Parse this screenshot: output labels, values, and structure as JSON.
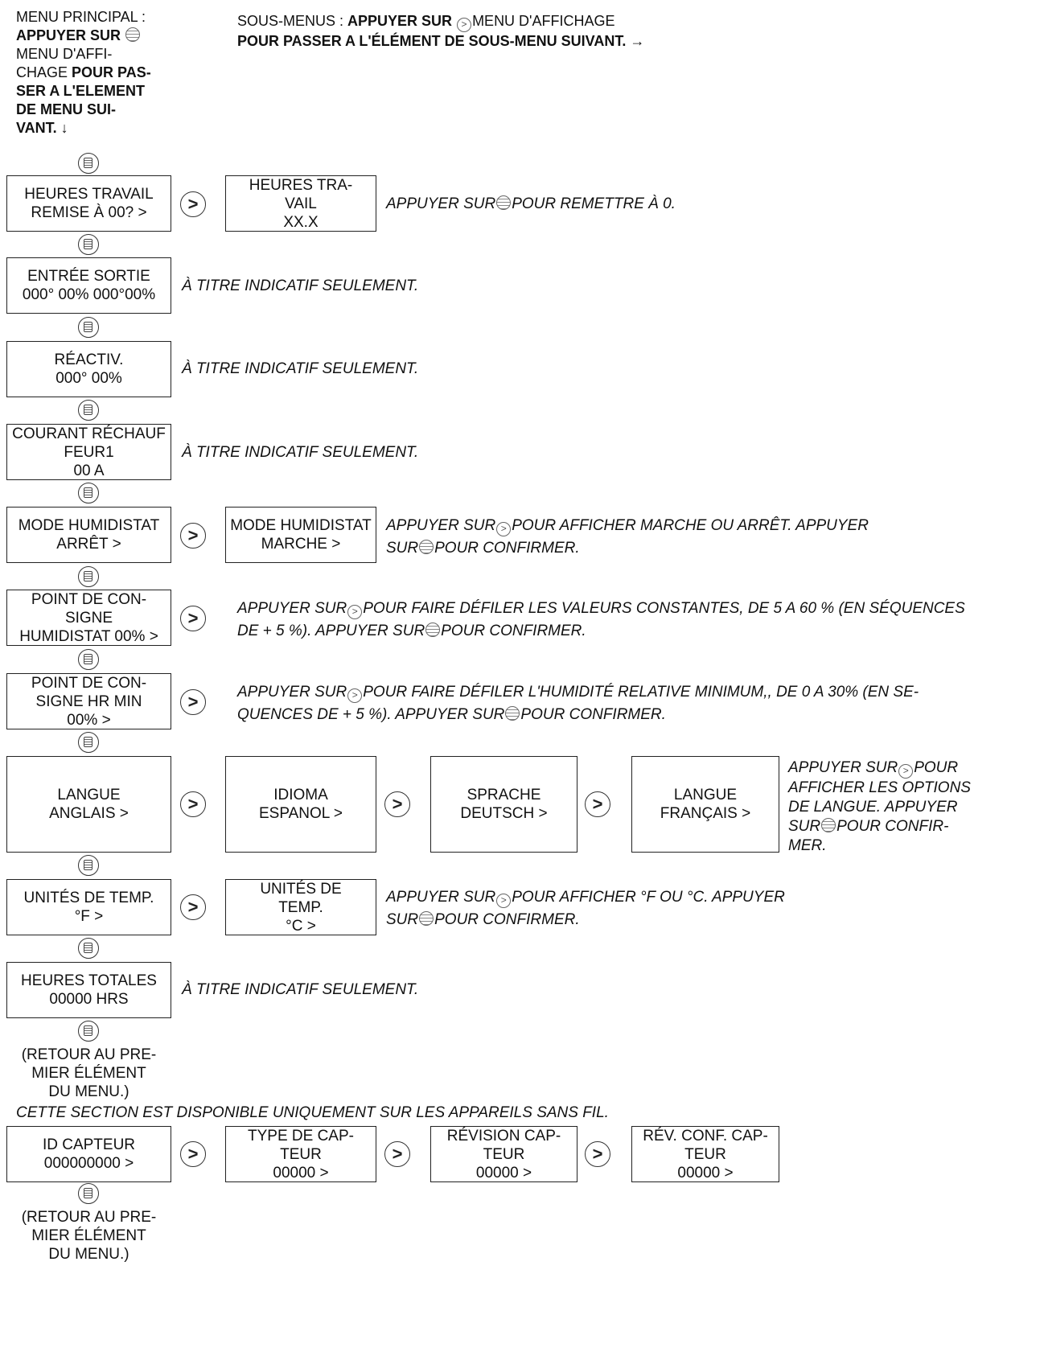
{
  "header": {
    "left_1": "MENU PRINCIPAL :",
    "left_2": "APPUYER SUR",
    "left_3": "MENU D'AFFI-",
    "left_4a": "CHAGE ",
    "left_4b": "POUR PAS-",
    "left_5": "SER A L'ELEMENT",
    "left_6": "DE MENU SUI-",
    "left_7": "VANT. ↓",
    "right_1a": "SOUS-MENUS : ",
    "right_1b": "APPUYER SUR",
    "right_1c": "MENU D'AFFICHAGE",
    "right_2": "POUR PASSER A L'ÉLÉMENT DE SOUS-MENU SUIVANT. →"
  },
  "arrow_glyph": ">",
  "boxes": {
    "heures_travail_1": "HEURES TRAVAIL",
    "heures_travail_2": "REMISE À 00? >",
    "heures_travail_sub_1": "HEURES TRA-",
    "heures_travail_sub_2": "VAIL",
    "heures_travail_sub_3": "XX.X",
    "entree_1": "ENTRÉE  SORTIE",
    "entree_2": "000° 00% 000°00%",
    "reactiv_1": "RÉACTIV.",
    "reactiv_2": "000° 00%",
    "courant_1": "COURANT RÉCHAUF",
    "courant_2": "FEUR1",
    "courant_3": "00 A",
    "mode_1": "MODE HUMIDISTAT",
    "mode_2": "ARRÊT >",
    "mode_sub_1": "MODE HUMIDISTAT",
    "mode_sub_2": "MARCHE >",
    "point_1": "POINT DE CON-",
    "point_2": "SIGNE",
    "point_3": "HUMIDISTAT 00% >",
    "point_hr_1": "POINT DE CON-",
    "point_hr_2": "SIGNE HR MIN",
    "point_hr_3": "00% >",
    "langue_1": "LANGUE",
    "langue_2": "ANGLAIS >",
    "idioma_1": "IDIOMA",
    "idioma_2": "ESPANOL >",
    "sprache_1": "SPRACHE",
    "sprache_2": "DEUTSCH >",
    "langue_fr_1": "LANGUE",
    "langue_fr_2": "FRANÇAIS >",
    "unites_1": "UNITÉS DE TEMP.",
    "unites_2": "°F >",
    "unites_sub_1": "UNITÉS DE",
    "unites_sub_2": "TEMP.",
    "unites_sub_3": "°C >",
    "heures_tot_1": "HEURES TOTALES",
    "heures_tot_2": "00000 HRS",
    "id_capteur_1": "ID CAPTEUR",
    "id_capteur_2": "000000000 >",
    "type_cap_1": "TYPE DE CAP-",
    "type_cap_2": "TEUR",
    "type_cap_3": "00000 >",
    "rev_cap_1": "RÉVISION CAP-",
    "rev_cap_2": "TEUR",
    "rev_cap_3": "00000 >",
    "rev_conf_1": "RÉV. CONF. CAP-",
    "rev_conf_2": "TEUR",
    "rev_conf_3": "00000 >"
  },
  "notes": {
    "reset_a": "APPUYER SUR",
    "reset_b": "POUR REMETTRE À 0.",
    "indicatif": "À TITRE INDICATIF SEULEMENT.",
    "mode_a": "APPUYER SUR",
    "mode_b": "POUR AFFICHER MARCHE OU ARRÊT. APPUYER",
    "mode_c": "SUR",
    "mode_d": "POUR CONFIRMER.",
    "point_a": "APPUYER SUR",
    "point_b": "POUR FAIRE DÉFILER LES VALEURS CONSTANTES, DE 5 A 60 % (EN SÉQUENCES",
    "point_c": "DE + 5 %). APPUYER SUR",
    "point_d": "POUR CONFIRMER.",
    "hr_a": "APPUYER SUR",
    "hr_b": "POUR FAIRE DÉFILER L'HUMIDITÉ RELATIVE MINIMUM,, DE 0 A 30% (EN SE-",
    "hr_c": "QUENCES DE + 5 %). APPUYER SUR",
    "hr_d": "POUR CONFIRMER.",
    "lang_a": "APPUYER SUR",
    "lang_b": "POUR",
    "lang_c": "AFFICHER LES OPTIONS",
    "lang_d": "DE LANGUE. APPUYER",
    "lang_e": "SUR",
    "lang_f": "POUR CONFIR-",
    "lang_g": "MER.",
    "temp_a": "APPUYER SUR",
    "temp_b": "POUR AFFICHER °F OU °C. APPUYER",
    "temp_c": "SUR",
    "temp_d": "POUR CONFIRMER.",
    "wireless": "CETTE SECTION EST DISPONIBLE UNIQUEMENT SUR LES APPAREILS SANS FIL."
  },
  "return": {
    "line_1": "(RETOUR AU PRE-",
    "line_2": "MIER ÉLÉMENT",
    "line_3": "DU MENU.)"
  }
}
